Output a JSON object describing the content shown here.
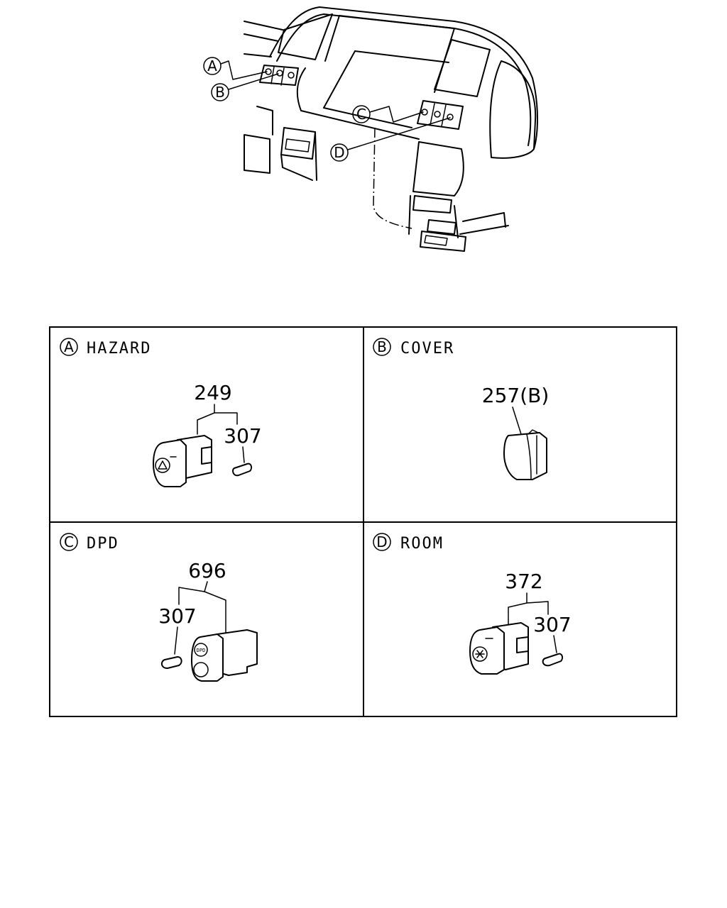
{
  "overview": {
    "callouts": {
      "a": "A",
      "b": "B",
      "c": "C",
      "d": "D"
    }
  },
  "panels": {
    "a": {
      "letter": "A",
      "title": "HAZARD",
      "part_switch": "249",
      "part_bulb": "307"
    },
    "b": {
      "letter": "B",
      "title": "COVER",
      "part_cover": "257(B)"
    },
    "c": {
      "letter": "C",
      "title": "DPD",
      "part_switch": "696",
      "part_bulb": "307",
      "switch_mark": "DPD"
    },
    "d": {
      "letter": "D",
      "title": "ROOM",
      "part_switch": "372",
      "part_bulb": "307"
    }
  }
}
